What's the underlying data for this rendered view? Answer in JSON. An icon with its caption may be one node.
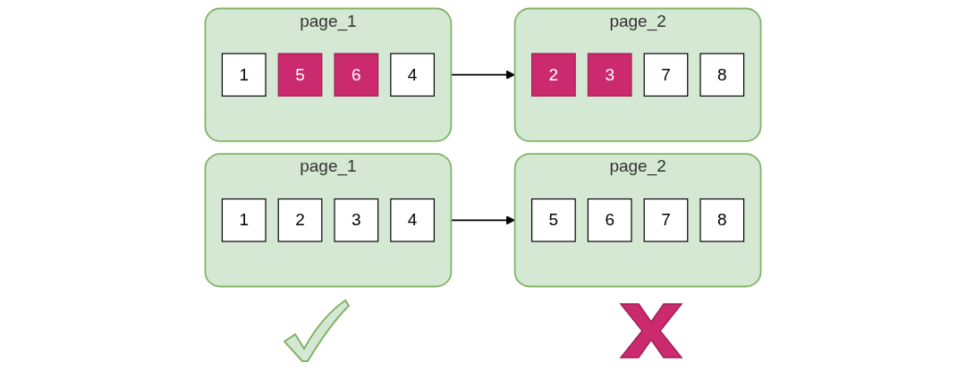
{
  "diagram": {
    "nodes": [
      {
        "text": [
          "page_1"
        ]
      },
      {
        "text": [
          "1"
        ],
        "in": 0
      },
      {
        "text": [
          "2"
        ],
        "in": 0
      },
      {
        "text": [
          "3"
        ],
        "in": 0
      },
      {
        "text": [
          "4"
        ],
        "in": 0
      },
      {
        "text": [
          "page_2"
        ]
      },
      {
        "text": [
          "5"
        ],
        "in": 5
      },
      {
        "text": [
          "6"
        ],
        "in": 5
      },
      {
        "text": [
          "7"
        ],
        "in": 5
      },
      {
        "text": [
          "8"
        ],
        "in": 5
      },
      {
        "text": [
          "page_1"
        ]
      },
      {
        "text": [
          "1"
        ],
        "in": 10
      },
      {
        "text": [
          "5"
        ],
        "in": 10
      },
      {
        "text": [
          "6"
        ],
        "in": 10
      },
      {
        "text": [
          "4"
        ],
        "in": 10
      },
      {
        "text": [
          "page_2"
        ]
      },
      {
        "text": [
          "2"
        ],
        "in": 15
      },
      {
        "text": [
          "3"
        ],
        "in": 15
      },
      {
        "text": [
          "7"
        ],
        "in": 15
      },
      {
        "text": [
          "8"
        ],
        "in": 15
      }
    ],
    "edges": [
      {
        "from": 0,
        "to": 5,
        "arrow": "to"
      },
      {
        "from": 10,
        "to": 15,
        "arrow": "to"
      }
    ]
  }
}
